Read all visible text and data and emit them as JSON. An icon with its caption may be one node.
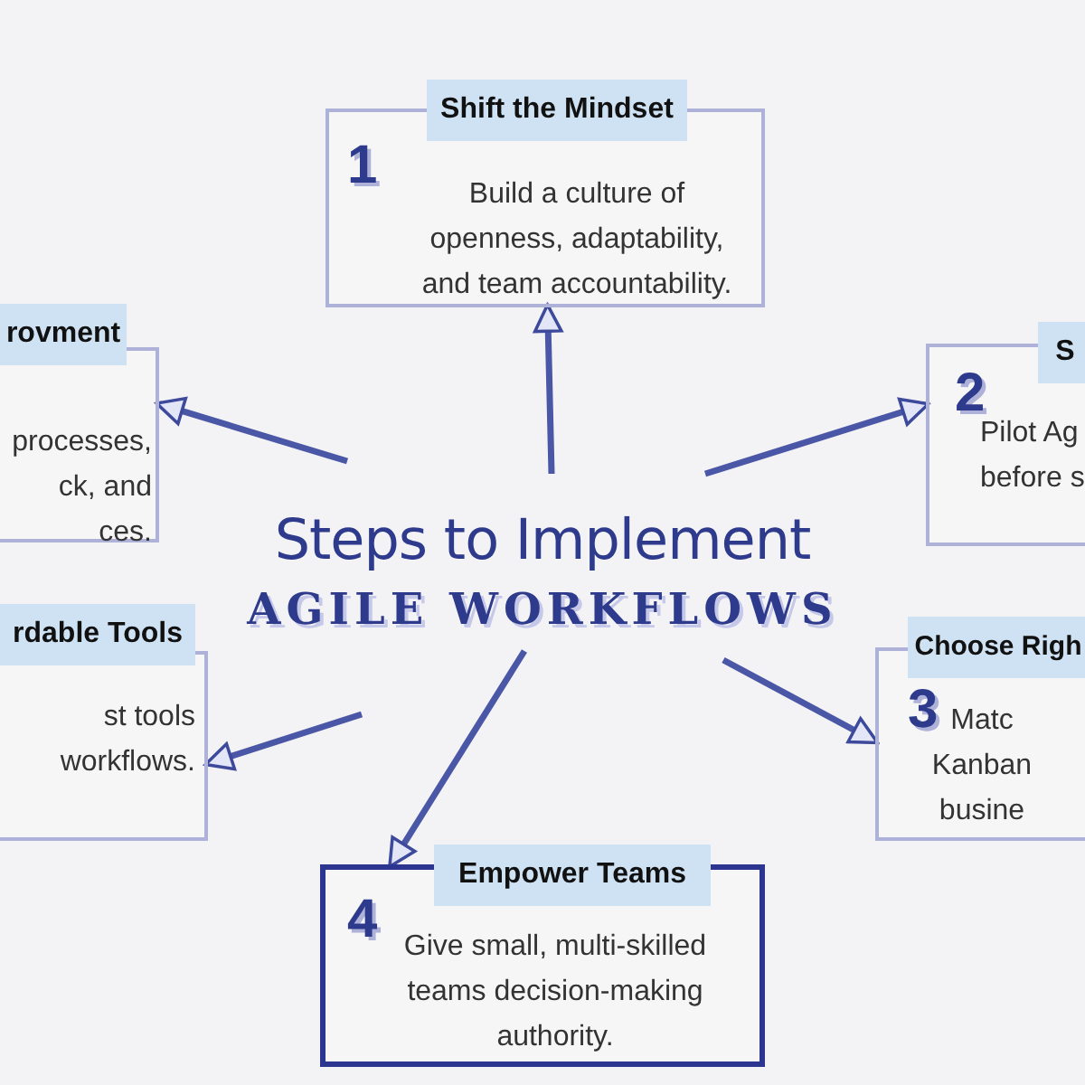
{
  "diagram": {
    "title": "Steps to Implement",
    "nodes": [
      {
        "text": [
          "Shift the Mindset",
          "1",
          "Build a culture of openness, adaptability, and team accountability."
        ]
      },
      {
        "text": [
          "rovment",
          "processes, ck, and ces."
        ]
      },
      {
        "text": [
          "S",
          "2",
          "Pilot Ag before s"
        ]
      },
      {
        "text": [
          "rdable Tools",
          "st tools workflows."
        ]
      },
      {
        "text": [
          "Choose Righ",
          "3",
          "Matc Kanban busine"
        ]
      },
      {
        "text": [
          "Empower Teams",
          "4",
          "Give small, multi-skilled teams decision-making authority."
        ]
      }
    ],
    "edges": [
      {
        "from": null,
        "to": 0,
        "arrow": "to"
      },
      {
        "from": null,
        "to": 1,
        "arrow": "to"
      },
      {
        "from": null,
        "to": 2,
        "arrow": "to"
      },
      {
        "from": null,
        "to": 3,
        "arrow": "to"
      },
      {
        "from": null,
        "to": 4,
        "arrow": "to"
      },
      {
        "from": null,
        "to": 5,
        "arrow": "to"
      }
    ],
    "labels": [
      "AGILE WORKFLOWS"
    ]
  }
}
